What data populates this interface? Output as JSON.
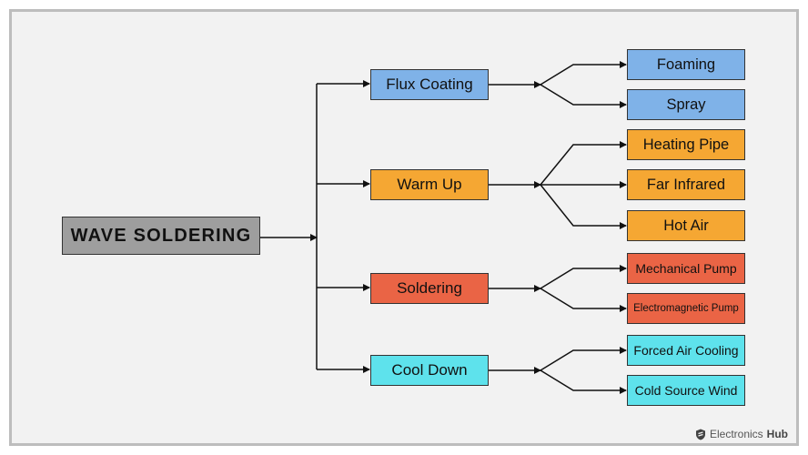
{
  "diagram": {
    "root": "WAVE SOLDERING",
    "stages": [
      {
        "label": "Flux Coating",
        "color": "#7fb2e8",
        "children": [
          "Foaming",
          "Spray"
        ]
      },
      {
        "label": "Warm Up",
        "color": "#f5a733",
        "children": [
          "Heating Pipe",
          "Far Infrared",
          "Hot Air"
        ]
      },
      {
        "label": "Soldering",
        "color": "#ea6445",
        "children": [
          "Mechanical Pump",
          "Electromagnetic Pump"
        ]
      },
      {
        "label": "Cool Down",
        "color": "#5ee2ec",
        "children": [
          "Forced Air Cooling",
          "Cold Source Wind"
        ]
      }
    ]
  },
  "brand": {
    "name": "Electronics",
    "name_bold": "Hub",
    "icon": "shield-logo-icon"
  }
}
